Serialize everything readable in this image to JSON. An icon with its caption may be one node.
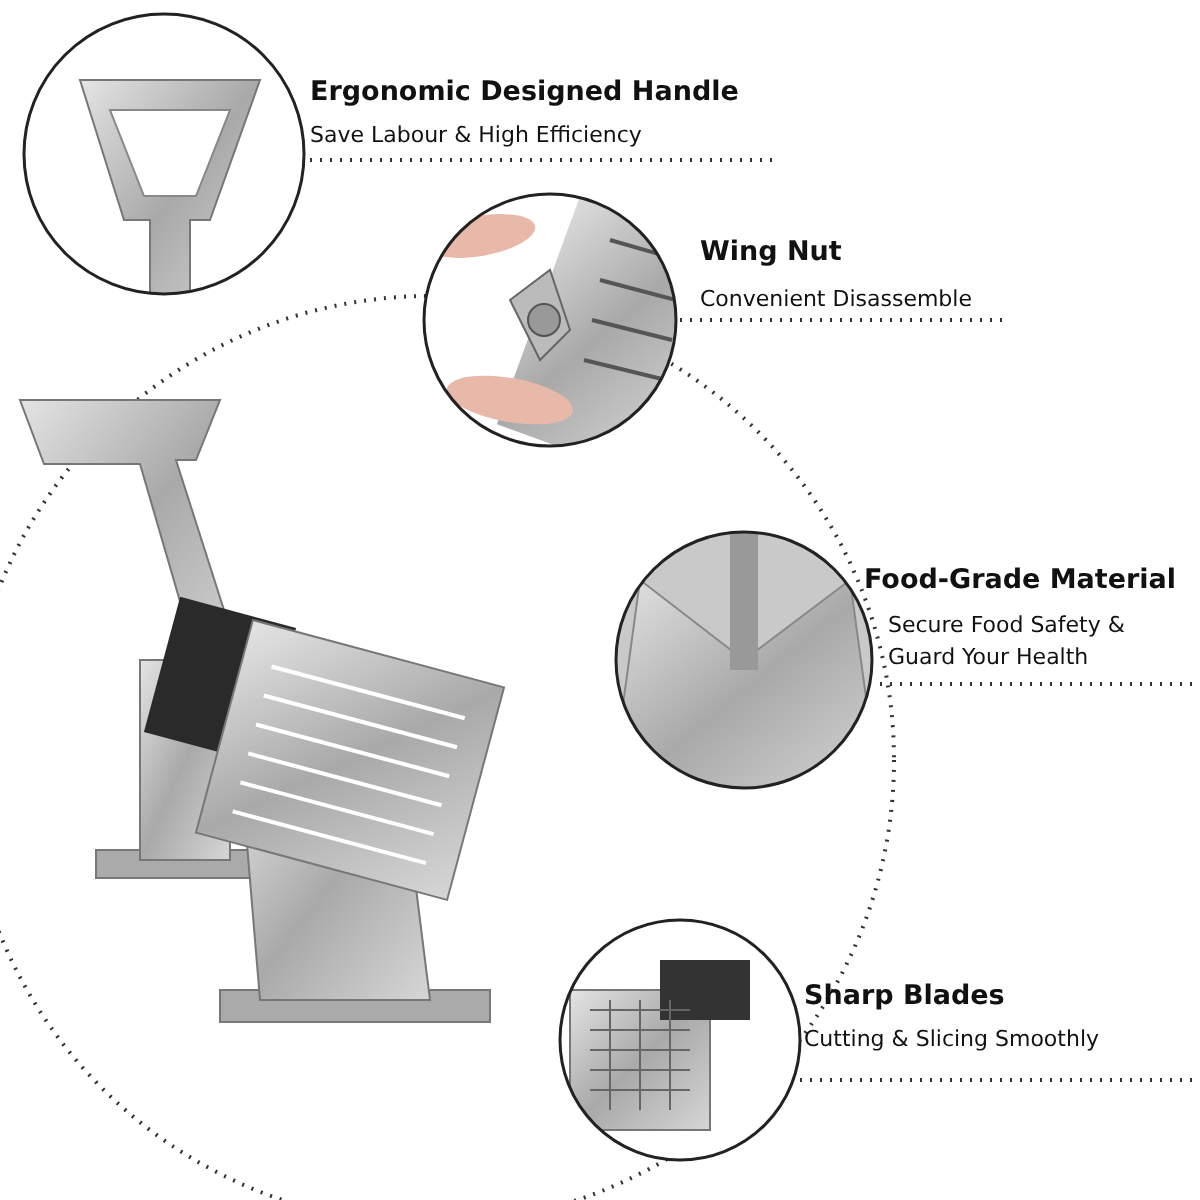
{
  "diagram": {
    "labels": [
      "Ergonomic Designed Handle",
      "Save Labour & High Efficiency",
      "Wing Nut",
      "Convenient Disassemble",
      "Food-Grade Material",
      "Secure Food Safety & Guard Your Health",
      "Sharp Blades",
      "Cutting & Slicing Smoothly"
    ]
  }
}
